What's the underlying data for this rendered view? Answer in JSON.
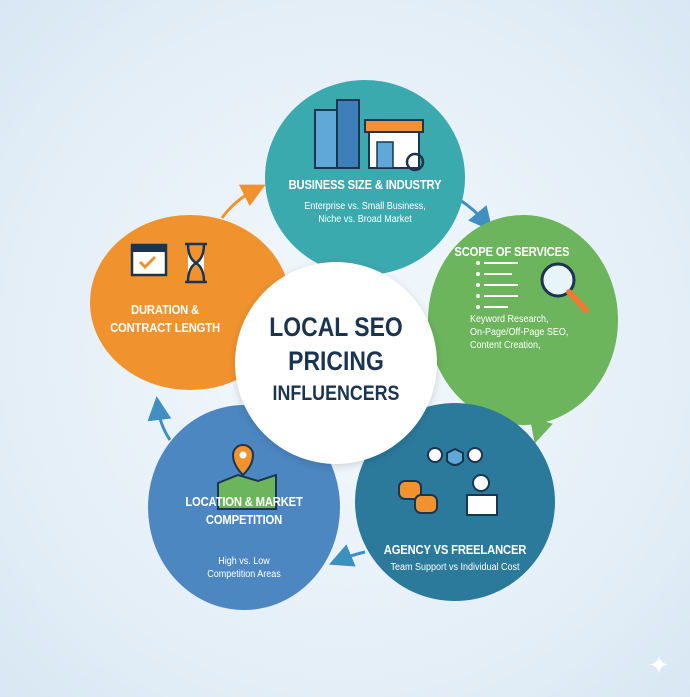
{
  "center": {
    "line1": "LOCAL SEO",
    "line2": "PRICING",
    "line3": "INFLUENCERS"
  },
  "nodes": [
    {
      "title": "BUSINESS SIZE & INDUSTRY",
      "sub1": "Enterprise vs. Small Business,",
      "sub2": "Niche vs. Broad Market",
      "color": "#3aaaaf",
      "icon": "building-store-icon"
    },
    {
      "title": "SCOPE OF SERVICES",
      "sub1": "Keyword Research,",
      "sub2": "On-Page/Off-Page SEO,",
      "sub3": "Content Creation,",
      "color": "#6cb55c",
      "icon": "checklist-magnifier-icon"
    },
    {
      "title": "AGENCY VS FREELANCER",
      "sub1": "Team Support vs Individual Cost",
      "color": "#2b7a9c",
      "icon": "team-freelancer-icon"
    },
    {
      "title1": "LOCATION & MARKET",
      "title2": "COMPETITION",
      "sub1": "High vs. Low",
      "sub2": "Competition Areas",
      "color": "#4c87c2",
      "icon": "map-pin-icon"
    },
    {
      "title1": "DURATION &",
      "title2": "CONTRACT LENGTH",
      "color": "#f0932f",
      "icon": "calendar-hourglass-icon"
    }
  ],
  "center_text_color": "#1b3550"
}
